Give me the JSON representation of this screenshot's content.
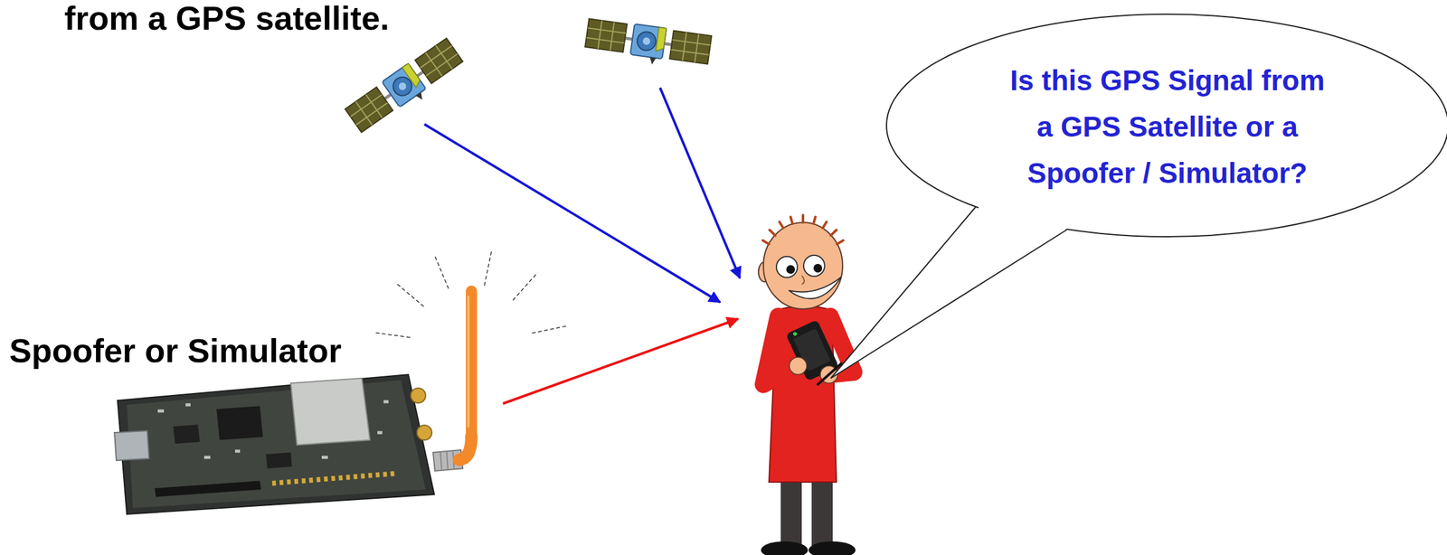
{
  "diagram": {
    "nodes": [
      {
        "text": [
          "Is this GPS Signal from a GPS Satellite or a Spoofer / Simulator?"
        ]
      }
    ],
    "labels": [
      "from a GPS satellite.",
      "Spoofer or Simulator"
    ]
  }
}
